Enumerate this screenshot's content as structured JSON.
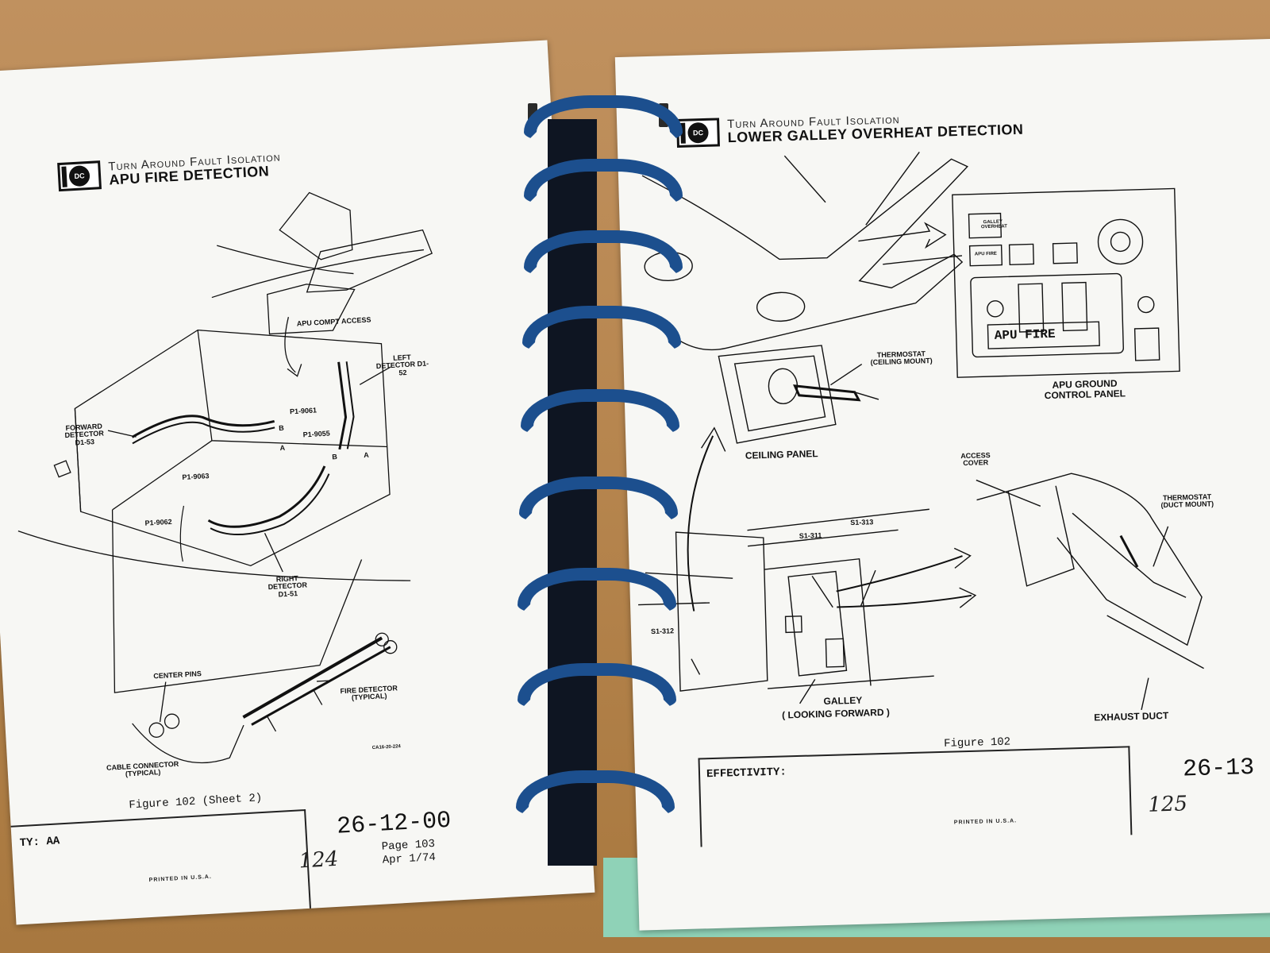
{
  "left_page": {
    "header_line1": "Turn Around Fault Isolation",
    "header_title": "APU FIRE DETECTION",
    "logo_text": "DC",
    "labels": {
      "apu_compt_access": "APU COMPT ACCESS",
      "left_detector": "LEFT DETECTOR D1-52",
      "forward_detector": "FORWARD DETECTOR D1-53",
      "p1_9061": "P1-9061",
      "p1_9055": "P1-9055",
      "b1": "B",
      "a1": "A",
      "b2": "B",
      "a2": "A",
      "p1_9063": "P1-9063",
      "p1_9062": "P1-9062",
      "right_detector": "RIGHT DETECTOR D1-51",
      "center_pins": "CENTER PINS",
      "fire_detector": "FIRE DETECTOR (TYPICAL)",
      "cable_connector": "CABLE CONNECTOR (TYPICAL)",
      "ref_code": "CA16-20-224"
    },
    "figure_caption": "Figure 102 (Sheet 2)",
    "effectivity": "TY:  AA",
    "doc_number": "26-12-00",
    "page_no": "Page 103",
    "date": "Apr 1/74",
    "handwritten": "124",
    "printed": "PRINTED IN U.S.A."
  },
  "right_page": {
    "header_line1": "Turn Around Fault Isolation",
    "header_title": "LOWER GALLEY OVERHEAT DETECTION",
    "logo_text": "DC",
    "panel": {
      "galley_overheat": "GALLEY OVERHEAT",
      "apu_fire_small": "APU FIRE",
      "apu_fire_big": "APU FIRE",
      "caption": "APU GROUND CONTROL PANEL"
    },
    "labels": {
      "thermostat_ceiling": "THERMOSTAT (CEILING MOUNT)",
      "ceiling_panel": "CEILING PANEL",
      "access_cover": "ACCESS COVER",
      "thermostat_duct": "THERMOSTAT (DUCT MOUNT)",
      "s1_311": "S1-311",
      "s1_313": "S1-313",
      "s1_312": "S1-312",
      "galley": "GALLEY",
      "looking_forward": "( LOOKING FORWARD )",
      "exhaust_duct": "EXHAUST DUCT"
    },
    "figure_caption": "Figure 102",
    "effectivity": "EFFECTIVITY:",
    "doc_number": "26-13",
    "handwritten": "125",
    "printed": "PRINTED IN U.S.A."
  }
}
